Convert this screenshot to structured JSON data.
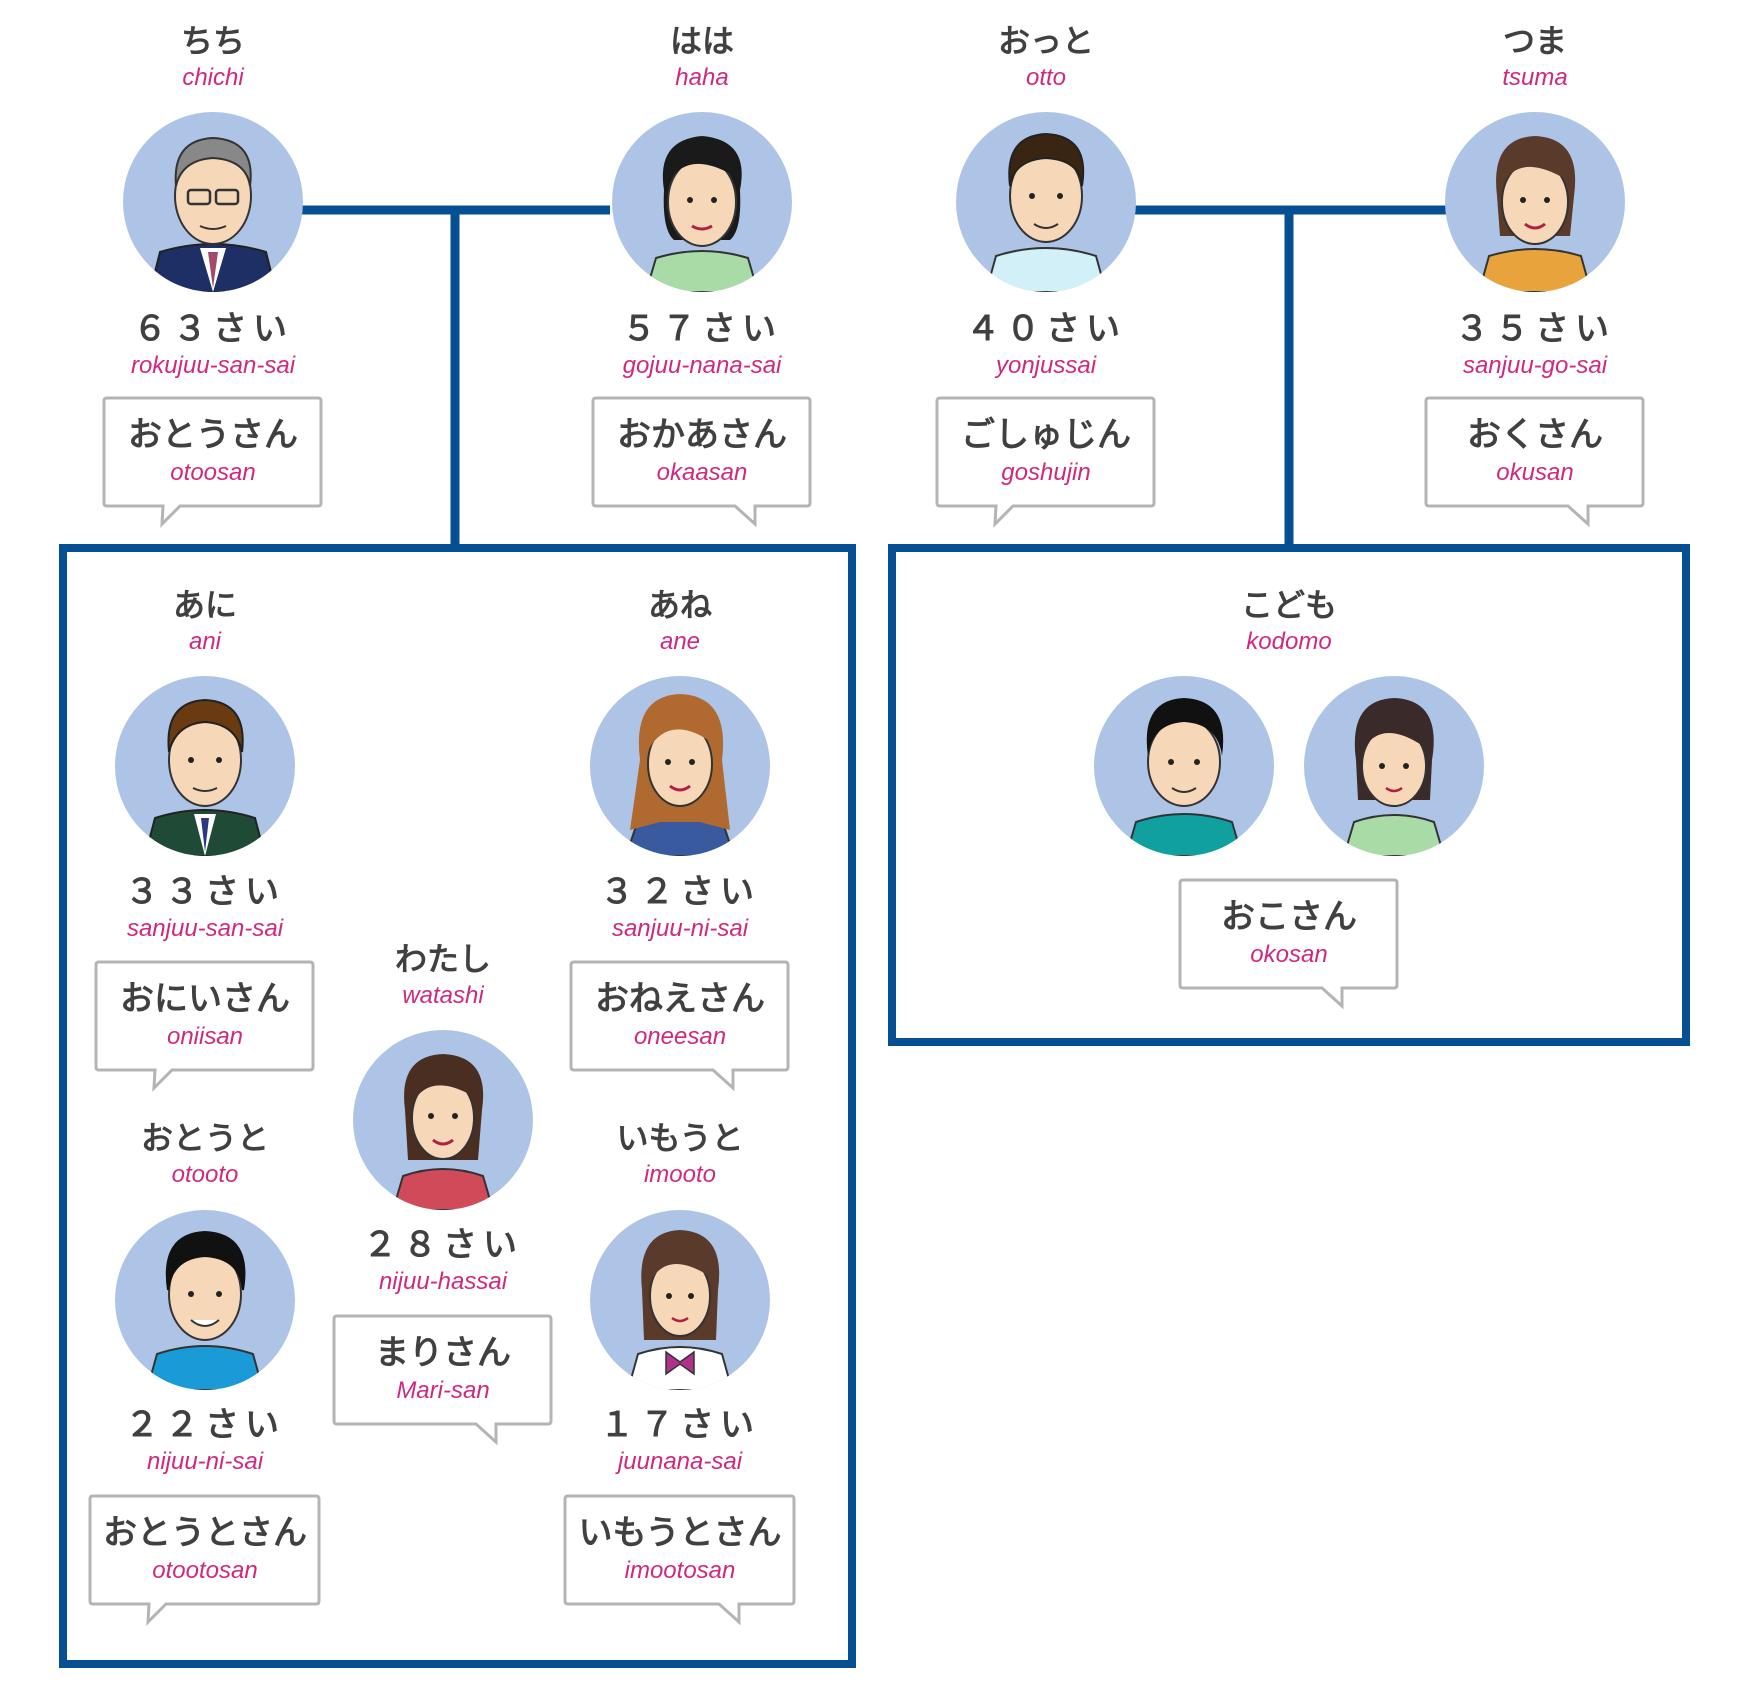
{
  "colors": {
    "line": "#064f92",
    "circle": "#aec4e6",
    "kana_text": "#404040",
    "romaji_text": "#d0287e",
    "bubble_border": "#b4b4b4"
  },
  "people": {
    "chichi": {
      "kana": "ちち",
      "romaji": "chichi",
      "age": "６３さい",
      "age_romaji": "rokujuu-san-sai",
      "polite": "おとうさん",
      "polite_romaji": "otoosan",
      "icon": "older-man-with-glasses-icon"
    },
    "haha": {
      "kana": "はは",
      "romaji": "haha",
      "age": "５７さい",
      "age_romaji": "gojuu-nana-sai",
      "polite": "おかあさん",
      "polite_romaji": "okaasan",
      "icon": "older-woman-icon"
    },
    "otto": {
      "kana": "おっと",
      "romaji": "otto",
      "age": "４０さい",
      "age_romaji": "yonjussai",
      "polite": "ごしゅじん",
      "polite_romaji": "goshujin",
      "icon": "man-icon"
    },
    "tsuma": {
      "kana": "つま",
      "romaji": "tsuma",
      "age": "３５さい",
      "age_romaji": "sanjuu-go-sai",
      "polite": "おくさん",
      "polite_romaji": "okusan",
      "icon": "woman-icon"
    },
    "ani": {
      "kana": "あに",
      "romaji": "ani",
      "age": "３３さい",
      "age_romaji": "sanjuu-san-sai",
      "polite": "おにいさん",
      "polite_romaji": "oniisan",
      "icon": "man-in-suit-icon"
    },
    "ane": {
      "kana": "あね",
      "romaji": "ane",
      "age": "３２さい",
      "age_romaji": "sanjuu-ni-sai",
      "polite": "おねえさん",
      "polite_romaji": "oneesan",
      "icon": "woman-long-hair-icon"
    },
    "watashi": {
      "kana": "わたし",
      "romaji": "watashi",
      "age": "２８さい",
      "age_romaji": "nijuu-hassai",
      "polite": "まりさん",
      "polite_romaji": "Mari-san",
      "icon": "young-woman-icon"
    },
    "otooto": {
      "kana": "おとうと",
      "romaji": "otooto",
      "age": "２２さい",
      "age_romaji": "nijuu-ni-sai",
      "polite": "おとうとさん",
      "polite_romaji": "otootosan",
      "icon": "young-man-icon"
    },
    "imooto": {
      "kana": "いもうと",
      "romaji": "imooto",
      "age": "１７さい",
      "age_romaji": "juunana-sai",
      "polite": "いもうとさん",
      "polite_romaji": "imootosan",
      "icon": "schoolgirl-icon"
    }
  },
  "kodomo": {
    "kana": "こども",
    "romaji": "kodomo",
    "polite": "おこさん",
    "polite_romaji": "okosan",
    "icons": [
      "boy-icon",
      "girl-icon"
    ]
  }
}
